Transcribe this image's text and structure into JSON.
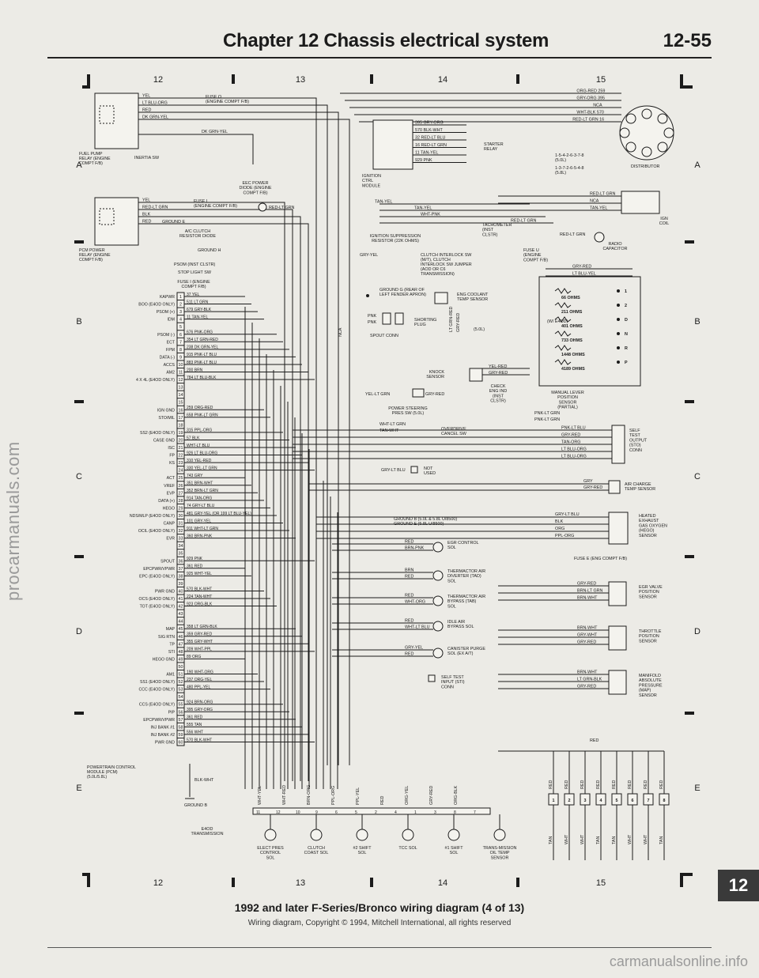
{
  "header": {
    "chapter_title": "Chapter 12  Chassis electrical system",
    "page_number": "12-55"
  },
  "grid": {
    "columns": [
      "12",
      "13",
      "14",
      "15"
    ],
    "rows": [
      "A",
      "B",
      "C",
      "D",
      "E"
    ]
  },
  "relays": {
    "fuel_pump": {
      "label": "FUEL PUMP RELAY (ENGINE COMPT F/B)",
      "wires": [
        "YEL",
        "LT BLU-ORG",
        "RED",
        "DK GRN-YEL"
      ],
      "fuse": "FUSE O (ENGINE COMPT F/B)",
      "inertia": "INERTIA SW",
      "inertia_wire": "DK GRN-YEL"
    },
    "pcm_power": {
      "label": "PCM POWER RELAY (ENGINE COMPT F/B)",
      "wires": [
        "YEL",
        "RED-LT GRN",
        "BLK",
        "RED"
      ],
      "fuse": "FUSE I (ENGINE COMPT F/B)",
      "ground": "GROUND E"
    }
  },
  "misc_labels": {
    "eec_diode": "EEC POWER DIODE (ENGINE COMPT F/B)",
    "eec_diode_wire": "RED-LT GRN",
    "ac_clutch": "A/C CLUTCH RESISTOR DIODE",
    "ground_h": "GROUND H",
    "psom": "PSOM (INST CLSTR)",
    "stop_light": "STOP LIGHT SW",
    "fuse_i": "FUSE I (ENGINE COMPT F/B)",
    "pcm_label": "POWERTRAIN CONTROL MODULE (PCM) (5.0L/5.8L)",
    "pcm_ground_wire": "BLK-WHT",
    "pcm_ground": "GROUND B",
    "e4od": "E4OD TRANSMISSION",
    "ignition_module": "IGNITION CTRL MODULE",
    "starter_relay": "STARTER RELAY",
    "tachometer": "TACHOMETER (INST CLSTR)",
    "ign_suppression": "IGNITION SUPPRESSION RESISTOR (22K OHMS)",
    "clutch_interlock": "CLUTCH INTERLOCK SW (M/T), CLUTCH INTERLOCK SW JUMPER (AOD OR C6 TRANSMISSION)",
    "fuse_u": "FUSE U (ENGINE COMPT F/B)",
    "ground_g": "GROUND G (REAR OF LEFT FENDER APRON)",
    "eng_coolant": "ENG COOLANT TEMP SENSOR",
    "shorting_plug": "SHORTING PLUG",
    "spout_conn": "SPOUT CONN",
    "five_ol": "(5.0L)",
    "nca": "NCA",
    "knock_sensor": "KNOCK SENSOR",
    "power_steering": "POWER STEERING PRES SW (5.0L)",
    "overdrive_cancel": "OVERDRIVE CANCEL SW",
    "not_used": "NOT USED",
    "ground_b_e": "GROUND B (5.0L & 5.8L U/8500) GROUND E (5.8L U/8500)",
    "egr_control": "EGR CONTROL SOL",
    "thermactor_div": "THERMACTOR AIR DIVERTER (TAD) SOL",
    "thermactor_byp": "THERMACTOR AIR BYPASS (TAB) SOL",
    "idle_air": "IDLE AIR BYPASS SOL",
    "canister": "CANISTER PURGE SOL (EX A/T)",
    "self_test_input": "SELF TEST INPUT (STI) CONN",
    "distributor": "DISTRIBUTOR",
    "firing_order_1": "1-5-4-2-6-3-7-8 (5.0L)",
    "firing_order_2": "1-3-7-2-6-5-4-8 (5.8L)",
    "ign_coil": "IGN COIL",
    "radio_cap": "RADIO CAPACITOR",
    "w_e4od": "(W/ E4OD)",
    "manual_lever": "MANUAL LEVER POSITION SENSOR (PARTIAL)",
    "check_eng": "CHECK ENG IND (INST CLSTR)",
    "self_test_output": "SELF TEST OUTPUT (STO) CONN",
    "air_charge": "AIR CHARGE TEMP SENSOR",
    "heated_o2": "HEATED EXHAUST GAS OXYGEN (HEGO) SENSOR",
    "fuse_e": "FUSE E (ENG COMPT F/B)",
    "egr_valve": "EGR VALVE POSITION SENSOR",
    "throttle": "THROTTLE POSITION SENSOR",
    "map": "MANIFOLD ABSOLUTE PRESSURE (MAP) SENSOR",
    "injector_red": "RED"
  },
  "pcm_pins": [
    {
      "n": "1",
      "sig": "KAPWR",
      "wire": "37 YEL"
    },
    {
      "n": "2",
      "sig": "BOO (E4OD ONLY)",
      "wire": "511 LT GRN"
    },
    {
      "n": "3",
      "sig": "PSOM (+)",
      "wire": "679 GRY-BLK"
    },
    {
      "n": "4",
      "sig": "IDM",
      "wire": "11 TAN-YEL"
    },
    {
      "n": "5",
      "sig": "",
      "wire": ""
    },
    {
      "n": "6",
      "sig": "PSOM (-)",
      "wire": "676 PNK-ORG"
    },
    {
      "n": "7",
      "sig": "ECT",
      "wire": "354 LT GRN-RED"
    },
    {
      "n": "8",
      "sig": "FPM",
      "wire": "238 DK GRN-YEL"
    },
    {
      "n": "9",
      "sig": "DATA (-)",
      "wire": "915 PNK-LT BLU"
    },
    {
      "n": "10",
      "sig": "ACCS",
      "wire": "883 PNK-LT BLU"
    },
    {
      "n": "11",
      "sig": "AM2",
      "wire": "200 BRN"
    },
    {
      "n": "12",
      "sig": "4 X 4L (E4OD ONLY)",
      "wire": "784 LT BLU-BLK"
    },
    {
      "n": "13",
      "sig": "",
      "wire": ""
    },
    {
      "n": "14",
      "sig": "",
      "wire": ""
    },
    {
      "n": "15",
      "sig": "",
      "wire": ""
    },
    {
      "n": "16",
      "sig": "IGN GND",
      "wire": "259 ORG-RED"
    },
    {
      "n": "17",
      "sig": "STO/MIL",
      "wire": "658 PNK-LT GRN"
    },
    {
      "n": "18",
      "sig": "",
      "wire": ""
    },
    {
      "n": "19",
      "sig": "SS2 (E4OD ONLY)",
      "wire": "315 PPL-ORG"
    },
    {
      "n": "20",
      "sig": "CASE GND",
      "wire": "57 BLK"
    },
    {
      "n": "21",
      "sig": "ISC",
      "wire": "WHT-LT BLU"
    },
    {
      "n": "22",
      "sig": "FP",
      "wire": "926 LT BLU-ORG"
    },
    {
      "n": "23",
      "sig": "KS",
      "wire": "310 YEL-RED"
    },
    {
      "n": "24",
      "sig": "",
      "wire": "330 YEL-LT GRN"
    },
    {
      "n": "25",
      "sig": "ACT",
      "wire": "743 GRY"
    },
    {
      "n": "26",
      "sig": "VREF",
      "wire": "351 BRN-WHT"
    },
    {
      "n": "27",
      "sig": "EVP",
      "wire": "352 BRN-LT GRN"
    },
    {
      "n": "28",
      "sig": "DATA (+)",
      "wire": "914 TAN-ORG"
    },
    {
      "n": "29",
      "sig": "HEGO",
      "wire": "74 GRY-LT BLU"
    },
    {
      "n": "30",
      "sig": "NDS/MLP (E4OD ONLY)",
      "wire": "481 GRY-YEL (OR 199 LT BLU-YEL)"
    },
    {
      "n": "31",
      "sig": "CANP",
      "wire": "101 GRY-YEL"
    },
    {
      "n": "32",
      "sig": "OCIL (E4OD ONLY)",
      "wire": "911 WHT-LT GRN"
    },
    {
      "n": "33",
      "sig": "EVR",
      "wire": "360 BRN-PNK"
    },
    {
      "n": "34",
      "sig": "",
      "wire": ""
    },
    {
      "n": "35",
      "sig": "",
      "wire": ""
    },
    {
      "n": "36",
      "sig": "SPOUT",
      "wire": "929 PNK"
    },
    {
      "n": "37",
      "sig": "EPCPWR/VPWR",
      "wire": "361 RED"
    },
    {
      "n": "38",
      "sig": "EPC (E4OD ONLY)",
      "wire": "925 WHT-YEL"
    },
    {
      "n": "39",
      "sig": "",
      "wire": ""
    },
    {
      "n": "40",
      "sig": "PWR GND",
      "wire": "570 BLK-WHT"
    },
    {
      "n": "41",
      "sig": "OCS (E4OD ONLY)",
      "wire": "224 TAN-WHT"
    },
    {
      "n": "42",
      "sig": "TOT (E4OD ONLY)",
      "wire": "923 ORG-BLK"
    },
    {
      "n": "43",
      "sig": "",
      "wire": ""
    },
    {
      "n": "44",
      "sig": "",
      "wire": ""
    },
    {
      "n": "45",
      "sig": "MAP",
      "wire": "358 LT GRN-BLK"
    },
    {
      "n": "46",
      "sig": "SIG RTN",
      "wire": "359 GRY-RED"
    },
    {
      "n": "47",
      "sig": "TP",
      "wire": "355 GRY-WHT"
    },
    {
      "n": "48",
      "sig": "STI",
      "wire": "209 WHT-PPL"
    },
    {
      "n": "49",
      "sig": "HEGO GND",
      "wire": "89 ORG"
    },
    {
      "n": "50",
      "sig": "",
      "wire": ""
    },
    {
      "n": "51",
      "sig": "AM1",
      "wire": "190 WHT-ORG"
    },
    {
      "n": "52",
      "sig": "SS1 (E4OD ONLY)",
      "wire": "237 ORG-YEL"
    },
    {
      "n": "53",
      "sig": "CCC (E4OD ONLY)",
      "wire": "480 PPL-YEL"
    },
    {
      "n": "54",
      "sig": "",
      "wire": ""
    },
    {
      "n": "55",
      "sig": "CCS (E4OD ONLY)",
      "wire": "924 BRN-ORG"
    },
    {
      "n": "56",
      "sig": "PIP",
      "wire": "395 GRY-ORG"
    },
    {
      "n": "57",
      "sig": "EPCPWR/VPWR",
      "wire": "361 RED"
    },
    {
      "n": "58",
      "sig": "INJ BANK #1",
      "wire": "555 TAN"
    },
    {
      "n": "59",
      "sig": "INJ BANK #2",
      "wire": "556 WHT"
    },
    {
      "n": "60",
      "sig": "PWR GND",
      "wire": "570 BLK-WHT"
    }
  ],
  "ignition_wires": [
    "395 GRY-ORG",
    "570 BLK-WHT",
    "32 RED-LT BLU",
    "16 RED-LT GRN",
    "11 TAN-YEL",
    "929 PNK"
  ],
  "distributor_wires": [
    "ORG-RED 259",
    "GRY-ORG 395",
    "NCA",
    "WHT-BLK 570",
    "RED-LT GRN 16"
  ],
  "coil_wires": [
    "RED-LT GRN",
    "NCA",
    "TAN-YEL"
  ],
  "tach_wires": [
    "TAN-YEL",
    "TAN-YEL",
    "WHT-PNK",
    "RED-LT GRN"
  ],
  "clutch_wire": "GRY-YEL",
  "right_top_wires": [
    "GRY-RED",
    "LT BLU-YEL"
  ],
  "resistances": [
    "66 OHMS",
    "211 OHMS",
    "401 OHMS",
    "733 OHMS",
    "1448 OHMS",
    "4189 OHMS"
  ],
  "resistance_positions": [
    "1",
    "2",
    "D",
    "N",
    "R",
    "P"
  ],
  "mlp_wires": [
    "PNK-LT GRN",
    "PNK-LT GRN"
  ],
  "sto_wires": [
    "PNK-LT BLU",
    "GRY-RED",
    "TAN-ORG",
    "LT BLU-ORG",
    "LT BLU-ORG"
  ],
  "act_wires": [
    "GRY",
    "GRY-RED"
  ],
  "hego_wires": [
    "GRY-LT BLU",
    "BLK",
    "ORG",
    "PPL-ORG"
  ],
  "egr_wires": [
    "GRY-RED",
    "BRN-LT GRN",
    "BRN-WHT"
  ],
  "tp_wires": [
    "BRN-WHT",
    "GRY-WHT",
    "GRY-RED"
  ],
  "map_wires": [
    "BRN-WHT",
    "LT GRN-BLK",
    "GRY-RED"
  ],
  "knock_wires": [
    "YEL-RED",
    "GRY-RED"
  ],
  "ps_wires": [
    "YEL-LT GRN",
    "GRY-RED"
  ],
  "od_wires": [
    "WHT-LT GRN",
    "TAN-WHT"
  ],
  "not_used_wire": "GRY-LT BLU",
  "egr_sol_wires": [
    "RED",
    "BRN-PNK"
  ],
  "tad_wires": [
    "BRN",
    "RED"
  ],
  "tab_wires": [
    "RED",
    "WHT-ORG"
  ],
  "iac_wires": [
    "RED",
    "WHT-LT BLU"
  ],
  "canister_wires": [
    "GRY-YEL",
    "RED"
  ],
  "spout_wires": [
    "PNK",
    "PNK"
  ],
  "spout_vertical": [
    "LT GRN-RED",
    "GRY-RED"
  ],
  "injector_numbers": [
    "1",
    "2",
    "3",
    "4",
    "5",
    "6",
    "7",
    "8"
  ],
  "injector_top": [
    "RED",
    "RED",
    "RED",
    "RED",
    "RED",
    "RED",
    "RED",
    "RED"
  ],
  "injector_bottom": [
    "TAN",
    "WHT",
    "WHT",
    "TAN",
    "TAN",
    "WHT",
    "WHT",
    "TAN"
  ],
  "trans_connector_wires": [
    "WHT-YEL",
    "WHT-RED",
    "BRN-ORG",
    "PPL-ORG",
    "PPL-YEL",
    "RED",
    "ORG-YEL",
    "GRY-RED",
    "ORG-BLK"
  ],
  "trans_connector_pins": [
    "11",
    "12",
    "10",
    "9",
    "6",
    "5",
    "2",
    "4",
    "1",
    "3",
    "8",
    "7"
  ],
  "trans_solenoids": [
    "ELECT PRES CONTROL SOL",
    "CLUTCH COAST SOL",
    "#2 SHIFT SOL",
    "TCC SOL",
    "#1 SHIFT SOL",
    "TRANS-MISSION OIL TEMP SENSOR"
  ],
  "caption": {
    "title": "1992 and later F-Series/Bronco wiring diagram (4 of 13)",
    "subtitle": "Wiring diagram, Copyright © 1994, Mitchell International, all rights reserved"
  },
  "side_tab": "12",
  "watermarks": {
    "left": "procarmanuals.com",
    "bottom": "carmanualsonline.info"
  }
}
